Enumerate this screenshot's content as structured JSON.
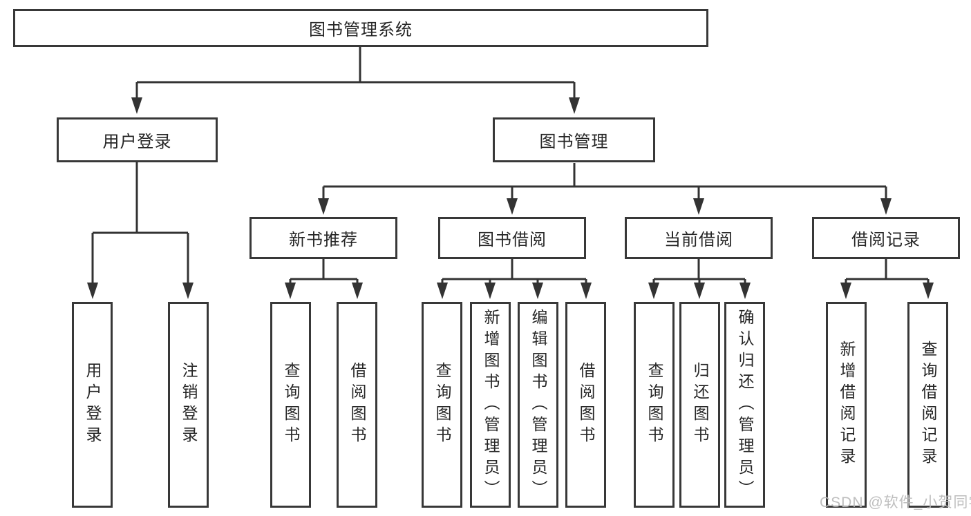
{
  "tree": {
    "root": "图书管理系统",
    "children": [
      {
        "label": "用户登录",
        "children": [
          {
            "label": "用户登录"
          },
          {
            "label": "注销登录"
          }
        ]
      },
      {
        "label": "图书管理",
        "children": [
          {
            "label": "新书推荐",
            "children": [
              {
                "label": "查询图书"
              },
              {
                "label": "借阅图书"
              }
            ]
          },
          {
            "label": "图书借阅",
            "children": [
              {
                "label": "查询图书"
              },
              {
                "label": "新增图书（管理员）"
              },
              {
                "label": "编辑图书（管理员）"
              },
              {
                "label": "借阅图书"
              }
            ]
          },
          {
            "label": "当前借阅",
            "children": [
              {
                "label": "查询图书"
              },
              {
                "label": "归还图书"
              },
              {
                "label": "确认归还（管理员）"
              }
            ]
          },
          {
            "label": "借阅记录",
            "children": [
              {
                "label": "新增借阅记录"
              },
              {
                "label": "查询借阅记录"
              }
            ]
          }
        ]
      }
    ]
  },
  "colors": {
    "line": "#333333",
    "box_border": "#383838",
    "text": "#262626",
    "watermark": "#bababa",
    "background": "#ffffff"
  },
  "watermark": {
    "text": "CSDN @软件_小贺同学"
  }
}
